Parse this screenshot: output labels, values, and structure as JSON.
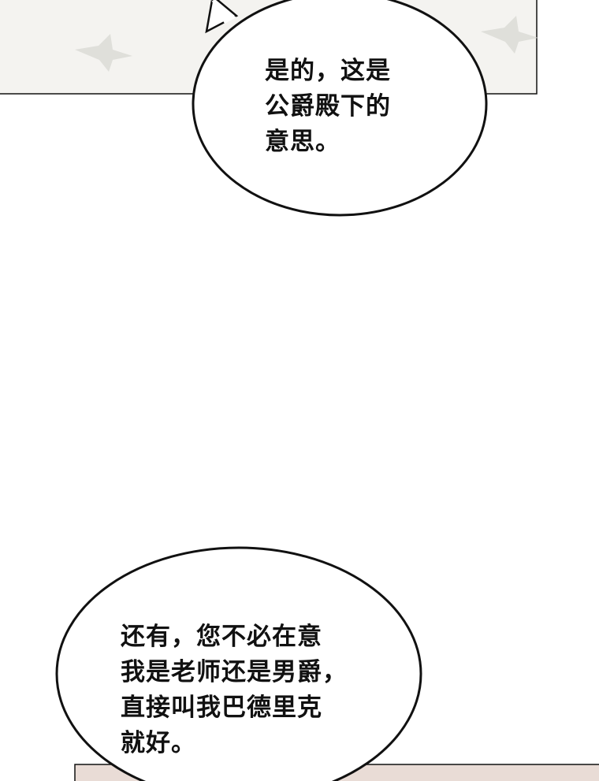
{
  "colors": {
    "panel_bg": "#f4f3f0",
    "page_bg": "#ffffff",
    "outline": "#111111",
    "bottom_panel": "#e9dcd6"
  },
  "bubbles": [
    {
      "lines": [
        "是的，这是",
        "公爵殿下的",
        "意思。"
      ]
    },
    {
      "lines": [
        "还有，您不必在意",
        "我是老师还是男爵，",
        "直接叫我巴德里克",
        "就好。"
      ]
    }
  ]
}
